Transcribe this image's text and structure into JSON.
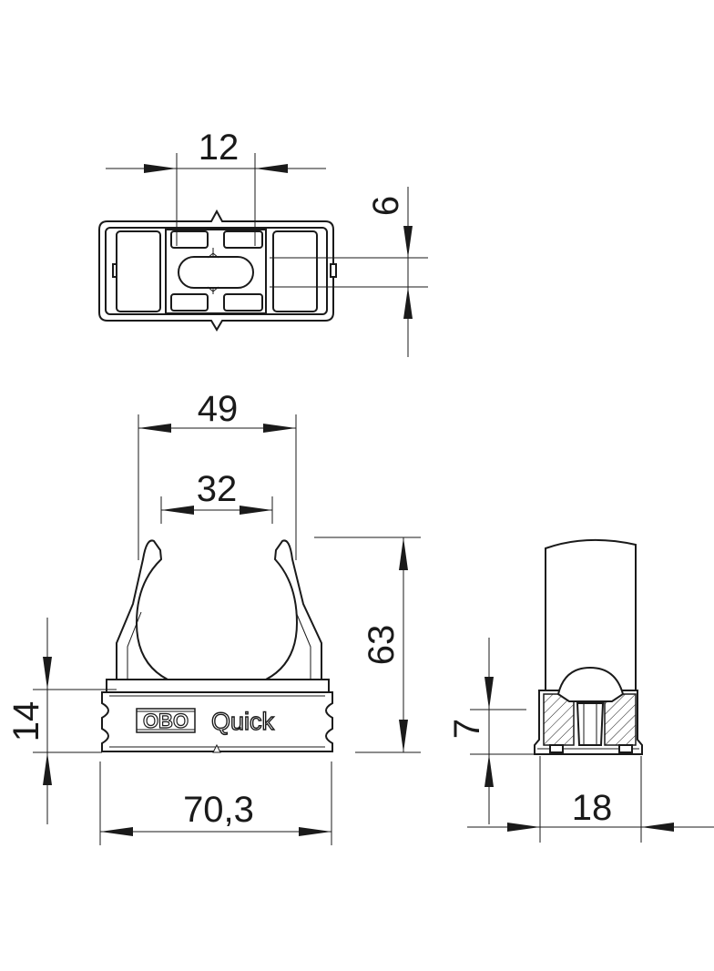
{
  "dimensions": {
    "top_width": "12",
    "top_height": "6",
    "outer_width": "49",
    "inner_width": "32",
    "height": "63",
    "base_height": "14",
    "base_width": "70,3",
    "side_height": "7",
    "side_width": "18"
  },
  "logo": {
    "brand": "OBO",
    "product": "Quick"
  }
}
